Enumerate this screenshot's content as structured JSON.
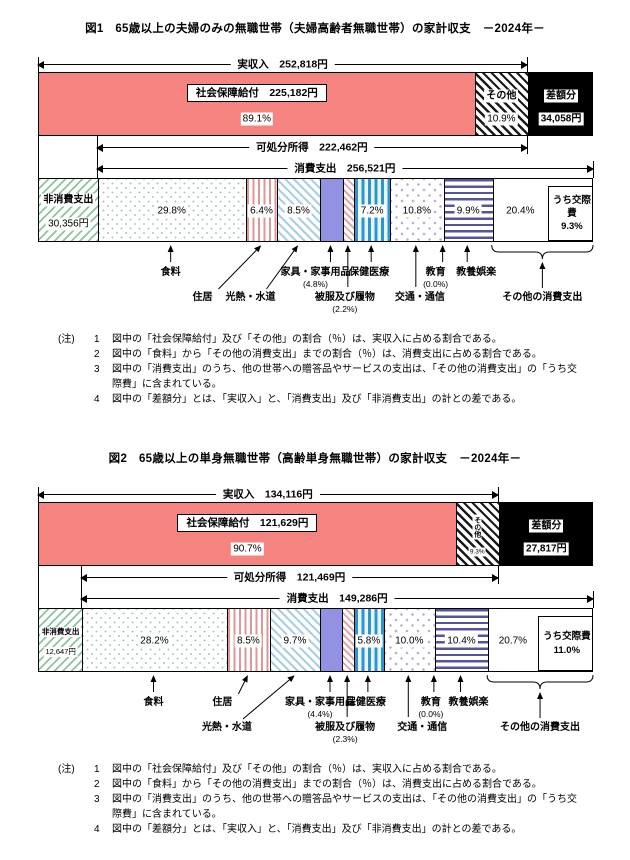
{
  "colors": {
    "social_security_pink": "#f5837f",
    "deficit_black": "#000000",
    "nonconsumption_green": "#8cc49c",
    "furniture_purple": "#9192e2",
    "health_blue": "#2e96cc",
    "hobby_navy": "#54549e"
  },
  "notes": {
    "prefix": "(注)",
    "items": [
      {
        "no": "1",
        "text": "図中の「社会保障給付」及び「その他」の割合（％）は、実収入に占める割合である。"
      },
      {
        "no": "2",
        "text": "図中の「食料」から「その他の消費支出」までの割合（％）は、消費支出に占める割合である。"
      },
      {
        "no": "3",
        "text": "図中の「消費支出」のうち、他の世帯への贈答品やサービスの支出は、「その他の消費支出」の「うち交際費」に含まれている。"
      },
      {
        "no": "4",
        "text": "図中の「差額分」とは、「実収入」と、「消費支出」及び「非消費支出」の計との差である。"
      }
    ]
  },
  "chart_data": [
    {
      "type": "bar",
      "orientation": "horizontal-stacked",
      "title": "図1　65歳以上の夫婦のみの無職世帯（夫婦高齢者無職世帯）の家計収支　－2024年－",
      "income": {
        "label": "実収入",
        "value_yen": 252818,
        "value_display": "252,818円",
        "social_security": {
          "name": "社会保障給付",
          "value_yen": 225182,
          "value_display": "225,182円",
          "pct_display": "89.1%",
          "pattern": "solid-pink"
        },
        "other": {
          "name": "その他",
          "pct_of_income": 10.9,
          "pct_display": "10.9%",
          "pattern": "black-hatch",
          "vertical_label": false
        },
        "deficit": {
          "name": "差額分",
          "value_yen": 34058,
          "value_display": "34,058円",
          "pattern": "solid-black"
        }
      },
      "disposable_income": {
        "label": "可処分所得",
        "value_yen": 222462,
        "value_display": "222,462円"
      },
      "consumption": {
        "label": "消費支出",
        "value_yen": 256521,
        "value_display": "256,521円"
      },
      "non_consumption": {
        "name": "非消費支出",
        "value_yen": 30356,
        "value_display": "30,356円",
        "pattern": "green-hatch"
      },
      "consumption_segments": [
        {
          "name": "食料",
          "pct": 29.8,
          "pct_display": "29.8%",
          "pct_in_bar": true,
          "pattern": "dots-teal",
          "label_row": 1,
          "label_dx": 0,
          "diag": false
        },
        {
          "name": "住居",
          "pct": 6.4,
          "pct_display": "6.4%",
          "pct_in_bar": true,
          "pattern": "vstripes-pink",
          "label_row": 2,
          "label_dx": -58,
          "diag": true
        },
        {
          "name": "光熱・水道",
          "pct": 8.5,
          "pct_display": "8.5%",
          "pct_in_bar": true,
          "pattern": "diag-blue",
          "label_row": 2,
          "label_dx": -47,
          "diag": true
        },
        {
          "name": "家具・家事用品",
          "pct": 4.8,
          "pct_display": "4.8%",
          "sub_display": "(4.8%)",
          "pct_in_bar": false,
          "pattern": "solid-purple",
          "label_row": 1,
          "label_dx": -15,
          "diag": false
        },
        {
          "name": "被服及び履物",
          "pct": 2.2,
          "pct_display": "2.2%",
          "sub_display": "(2.2%)",
          "pct_in_bar": false,
          "pattern": "diag-pink",
          "label_row": 2,
          "label_dx": -3,
          "diag": false
        },
        {
          "name": "保健医療",
          "pct": 7.2,
          "pct_display": "7.2%",
          "pct_in_bar": true,
          "pattern": "vstripes-blue",
          "label_row": 1,
          "label_dx": -2,
          "diag": false
        },
        {
          "name": "交通・通信",
          "pct": 10.8,
          "pct_display": "10.8%",
          "pct_in_bar": true,
          "pattern": "dots-lavender",
          "label_row": 2,
          "label_dx": 4,
          "diag": false
        },
        {
          "name": "教育",
          "pct": 0.0,
          "pct_display": "0.0%",
          "sub_display": "(0.0%)",
          "pct_in_bar": false,
          "pattern": "none",
          "label_row": 1,
          "label_dx": -7,
          "diag": false
        },
        {
          "name": "教養娯楽",
          "pct": 9.9,
          "pct_display": "9.9%",
          "pct_in_bar": true,
          "pattern": "hstripes-navy",
          "label_row": 1,
          "label_dx": 9,
          "diag": false
        },
        {
          "name": "その他の消費支出",
          "pct": 20.4,
          "pct_display": "20.4%",
          "pct_in_bar": true,
          "pattern": "plain",
          "label_row": 2,
          "label_dx": 0,
          "diag": false,
          "brace": true,
          "kosaihi": {
            "name": "うち交際費",
            "pct": 9.3,
            "pct_display": "9.3%"
          }
        }
      ]
    },
    {
      "type": "bar",
      "orientation": "horizontal-stacked",
      "title": "図2　65歳以上の単身無職世帯（高齢単身無職世帯）の家計収支　－2024年－",
      "income": {
        "label": "実収入",
        "value_yen": 134116,
        "value_display": "134,116円",
        "social_security": {
          "name": "社会保障給付",
          "value_yen": 121629,
          "value_display": "121,629円",
          "pct_display": "90.7%",
          "pattern": "solid-pink"
        },
        "other": {
          "name": "その他",
          "pct_of_income": 9.3,
          "pct_display": "9.3%",
          "pattern": "black-hatch",
          "vertical_label": true
        },
        "deficit": {
          "name": "差額分",
          "value_yen": 27817,
          "value_display": "27,817円",
          "pattern": "solid-black"
        }
      },
      "disposable_income": {
        "label": "可処分所得",
        "value_yen": 121469,
        "value_display": "121,469円"
      },
      "consumption": {
        "label": "消費支出",
        "value_yen": 149286,
        "value_display": "149,286円"
      },
      "non_consumption": {
        "name": "非消費支出",
        "value_yen": 12647,
        "value_display": "12,647円",
        "pattern": "green-hatch"
      },
      "consumption_segments": [
        {
          "name": "食料",
          "pct": 28.2,
          "pct_display": "28.2%",
          "pct_in_bar": true,
          "pattern": "dots-teal",
          "label_row": 1,
          "label_dx": 0,
          "diag": false
        },
        {
          "name": "住居",
          "pct": 8.5,
          "pct_display": "8.5%",
          "pct_in_bar": true,
          "pattern": "vstripes-pink",
          "label_row": 1,
          "label_dx": -25,
          "diag": true
        },
        {
          "name": "光熱・水道",
          "pct": 9.7,
          "pct_display": "9.7%",
          "pct_in_bar": true,
          "pattern": "diag-blue",
          "label_row": 2,
          "label_dx": -67,
          "diag": true
        },
        {
          "name": "家具・家事用品",
          "pct": 4.4,
          "pct_display": "4.4%",
          "sub_display": "(4.4%)",
          "pct_in_bar": false,
          "pattern": "solid-purple",
          "label_row": 1,
          "label_dx": -10,
          "diag": false
        },
        {
          "name": "被服及び履物",
          "pct": 2.3,
          "pct_display": "2.3%",
          "sub_display": "(2.3%)",
          "pct_in_bar": false,
          "pattern": "diag-pink",
          "label_row": 2,
          "label_dx": -2,
          "diag": false
        },
        {
          "name": "保健医療",
          "pct": 5.8,
          "pct_display": "5.8%",
          "pct_in_bar": true,
          "pattern": "vstripes-blue",
          "label_row": 1,
          "label_dx": -2,
          "diag": false
        },
        {
          "name": "交通・通信",
          "pct": 10.0,
          "pct_display": "10.0%",
          "pct_in_bar": true,
          "pattern": "dots-lavender",
          "label_row": 2,
          "label_dx": 14,
          "diag": false
        },
        {
          "name": "教育",
          "pct": 0.0,
          "pct_display": "0.0%",
          "sub_display": "(0.0%)",
          "pct_in_bar": false,
          "pattern": "none",
          "label_row": 1,
          "label_dx": -3,
          "diag": false
        },
        {
          "name": "教養娯楽",
          "pct": 10.4,
          "pct_display": "10.4%",
          "pct_in_bar": true,
          "pattern": "hstripes-navy",
          "label_row": 1,
          "label_dx": 8,
          "diag": false
        },
        {
          "name": "その他の消費支出",
          "pct": 20.7,
          "pct_display": "20.7%",
          "pct_in_bar": true,
          "pattern": "plain",
          "label_row": 2,
          "label_dx": 0,
          "diag": false,
          "brace": true,
          "kosaihi": {
            "name": "うち交際費",
            "pct": 11.0,
            "pct_display": "11.0%"
          }
        }
      ]
    }
  ]
}
